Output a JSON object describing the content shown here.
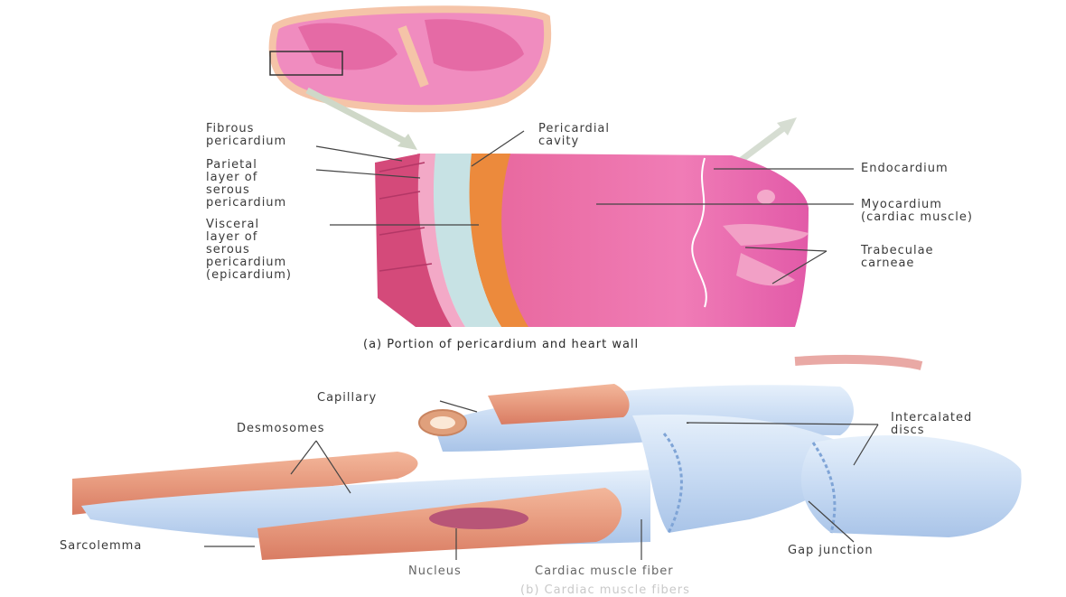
{
  "labels": {
    "fibrous_pericardium": "Fibrous\npericardium",
    "parietal_layer": "Parietal\nlayer of\nserous\npericardium",
    "visceral_layer": "Visceral\nlayer of\nserous\npericardium\n(epicardium)",
    "pericardial_cavity": "Pericardial\ncavity",
    "endocardium": "Endocardium",
    "myocardium": "Myocardium\n(cardiac muscle)",
    "trabeculae_carneae": "Trabeculae\ncarneae",
    "capillary": "Capillary",
    "desmosomes": "Desmosomes",
    "intercalated_discs": "Intercalated\ndiscs",
    "sarcolemma": "Sarcolemma",
    "nucleus": "Nucleus",
    "cardiac_muscle_fiber": "Cardiac muscle fiber",
    "gap_junction": "Gap junction"
  },
  "captions": {
    "part_a": "(a) Portion of pericardium and heart wall",
    "part_b": "(b) Cardiac muscle fibers"
  }
}
